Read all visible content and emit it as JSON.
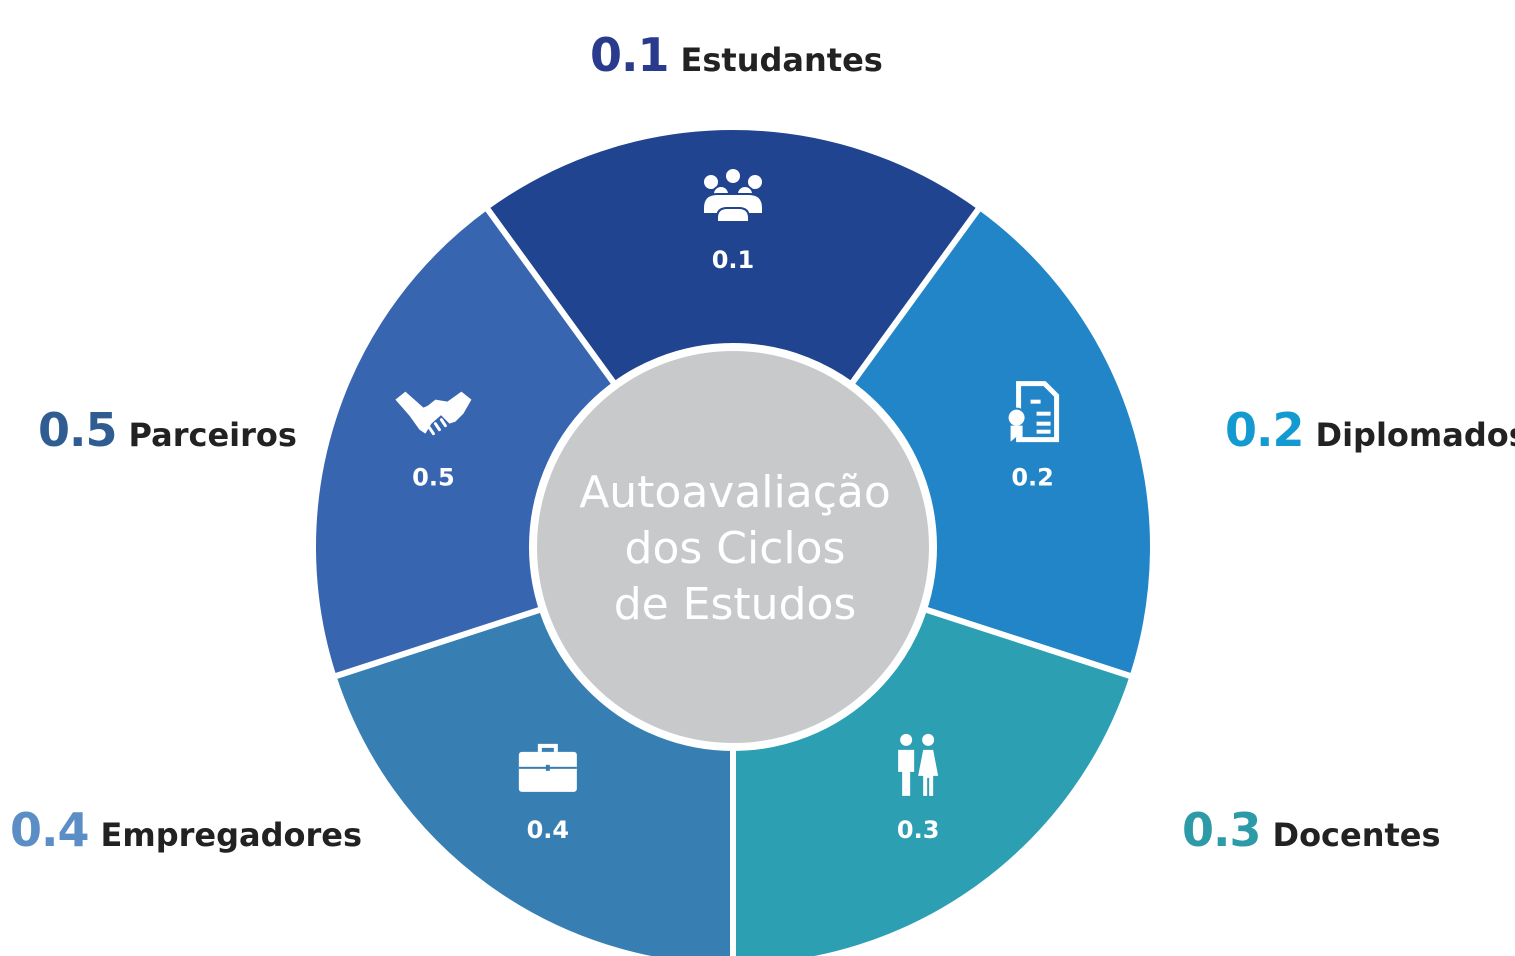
{
  "center": {
    "lines": [
      "Autoavaliação",
      "dos Ciclos",
      "de Estudos"
    ],
    "color": "#c8c9cb"
  },
  "segments": [
    {
      "number": "0.1",
      "label": "Estudantes",
      "icon": "group-of-people-icon",
      "color": "#20448f",
      "label_color": "#2a3a8c"
    },
    {
      "number": "0.2",
      "label": "Diplomados",
      "icon": "certificate-document-icon",
      "color": "#2185c8",
      "label_color": "#139ad0"
    },
    {
      "number": "0.3",
      "label": "Docentes",
      "icon": "man-and-woman-icon",
      "color": "#2c9fb3",
      "label_color": "#2d9aa8"
    },
    {
      "number": "0.4",
      "label": "Empregadores",
      "icon": "briefcase-icon",
      "color": "#377fb3",
      "label_color": "#5b8ec4"
    },
    {
      "number": "0.5",
      "label": "Parceiros",
      "icon": "handshake-icon",
      "color": "#3865b0",
      "label_color": "#2f5d91"
    }
  ]
}
